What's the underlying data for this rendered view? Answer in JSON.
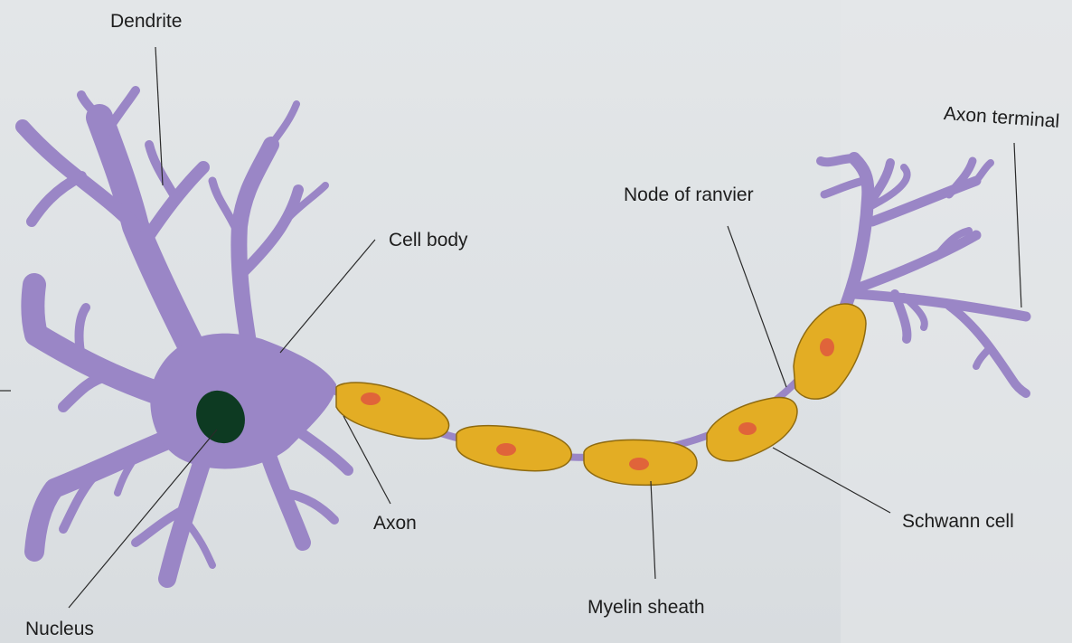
{
  "labels": {
    "dendrite": "Dendrite",
    "axon_terminal": "Axon terminal",
    "node_of_ranvier": "Node of ranvier",
    "cell_body": "Cell body",
    "axon": "Axon",
    "schwann_cell": "Schwann cell",
    "myelin_sheath": "Myelin sheath",
    "nucleus": "Nucleus"
  },
  "colors": {
    "neuron": "#9a86c6",
    "neuron_outline": "#6f5ea3",
    "myelin": "#e3ad24",
    "myelin_outline": "#8e6a10",
    "schwann_nucleus": "#e0643a",
    "nucleus": "#0d3a22"
  }
}
